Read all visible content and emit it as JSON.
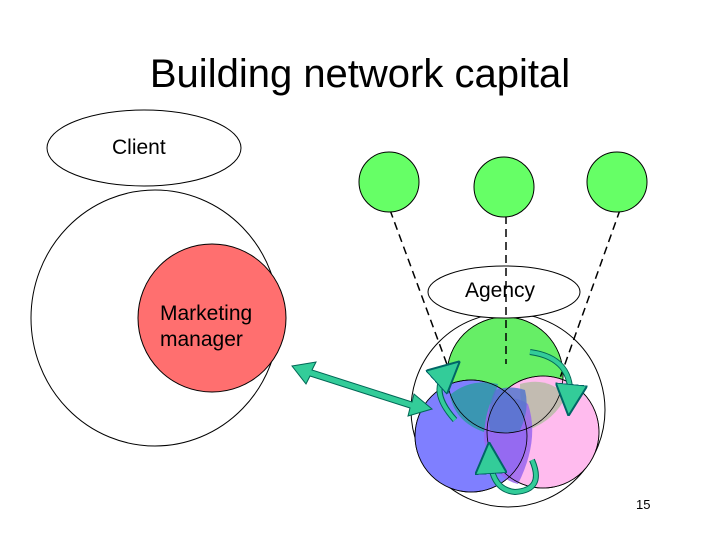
{
  "slide": {
    "title": "Building network capital",
    "page_number": "15"
  },
  "labels": {
    "client": "Client",
    "marketing_line1": "Marketing",
    "marketing_line2": "manager",
    "agency": "Agency"
  },
  "colors": {
    "node_green": "#66ff66",
    "marketing_red": "#ff6f6f",
    "agency_green": "#66ee66",
    "agency_blue": "#7f7fff",
    "agency_pink": "#ffbbee",
    "overlap_teal": "#3399aa",
    "overlap_olive": "#bbbbaa",
    "overlap_purple": "#9966ee",
    "arrow_teal": "#33cc99"
  }
}
